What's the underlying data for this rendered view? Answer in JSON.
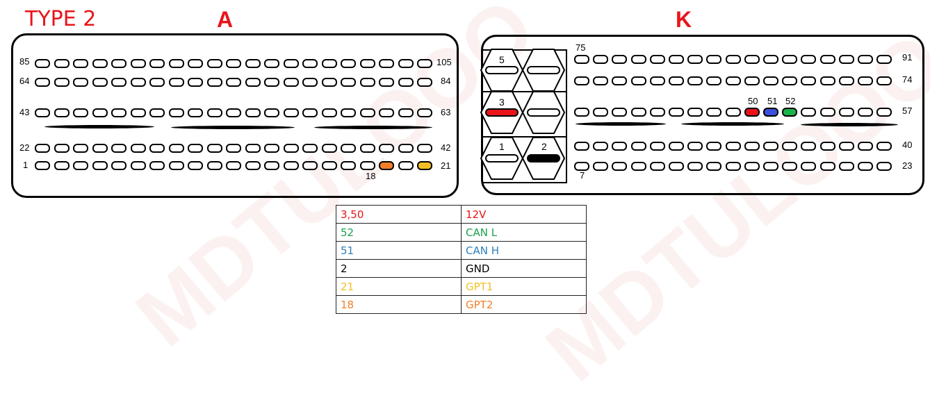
{
  "title": "TYPE 2",
  "connector_a": {
    "letter": "A",
    "row_labels": {
      "r1_left": "85",
      "r1_right": "105",
      "r2_left": "64",
      "r2_right": "84",
      "r3_left": "43",
      "r3_right": "63",
      "r4_left": "22",
      "r4_right": "42",
      "r5_left": "1",
      "r5_right": "21",
      "below": "18"
    }
  },
  "connector_k": {
    "letter": "K",
    "row_labels": {
      "top_left": "75",
      "r1_right": "91",
      "r2_right": "74",
      "r3_right": "57",
      "r4_right": "40",
      "r5_right": "23",
      "bottom_left": "7",
      "p50": "50",
      "p51": "51",
      "p52": "52"
    },
    "power_pins": {
      "p5": "5",
      "p3": "3",
      "p1": "1",
      "p2": "2"
    }
  },
  "colors": {
    "red": "#e8141a",
    "blue": "#3b4fd8",
    "green": "#1bb24a",
    "orange": "#f07f2a",
    "yellow": "#f2c025",
    "black": "#000000"
  },
  "legend": [
    {
      "pin": "3,50",
      "signal": "12V",
      "color": "#e8141a"
    },
    {
      "pin": "52",
      "signal": "CAN L",
      "color": "#1aa14e"
    },
    {
      "pin": "51",
      "signal": "CAN H",
      "color": "#2f7fb8"
    },
    {
      "pin": "2",
      "signal": "GND",
      "color": "#000000"
    },
    {
      "pin": "21",
      "signal": "GPT1",
      "color": "#f2c025"
    },
    {
      "pin": "18",
      "signal": "GPT2",
      "color": "#f07f2a"
    }
  ]
}
